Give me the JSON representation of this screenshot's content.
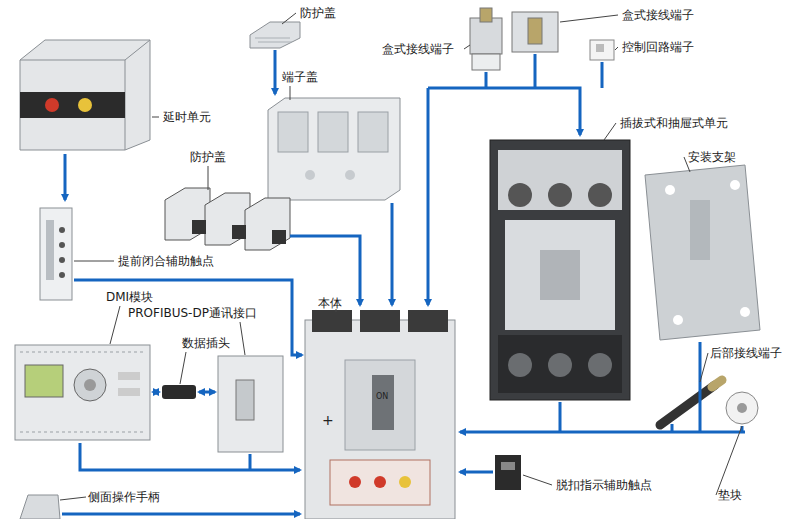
{
  "diagram": {
    "labels": [
      "防护盖",
      "盒式接线端子",
      "盒式接线端子",
      "控制回路端子",
      "延时单元",
      "端子盖",
      "插拔式和抽屉式单元",
      "安装支架",
      "防护盖",
      "提前闭合辅助触点",
      "DMI模块",
      "PROFIBUS-DP通讯接口",
      "数据插头",
      "本体",
      "后部接线端子",
      "脱扣指示辅助触点",
      "垫块",
      "侧面操作手柄",
      "ON"
    ]
  }
}
